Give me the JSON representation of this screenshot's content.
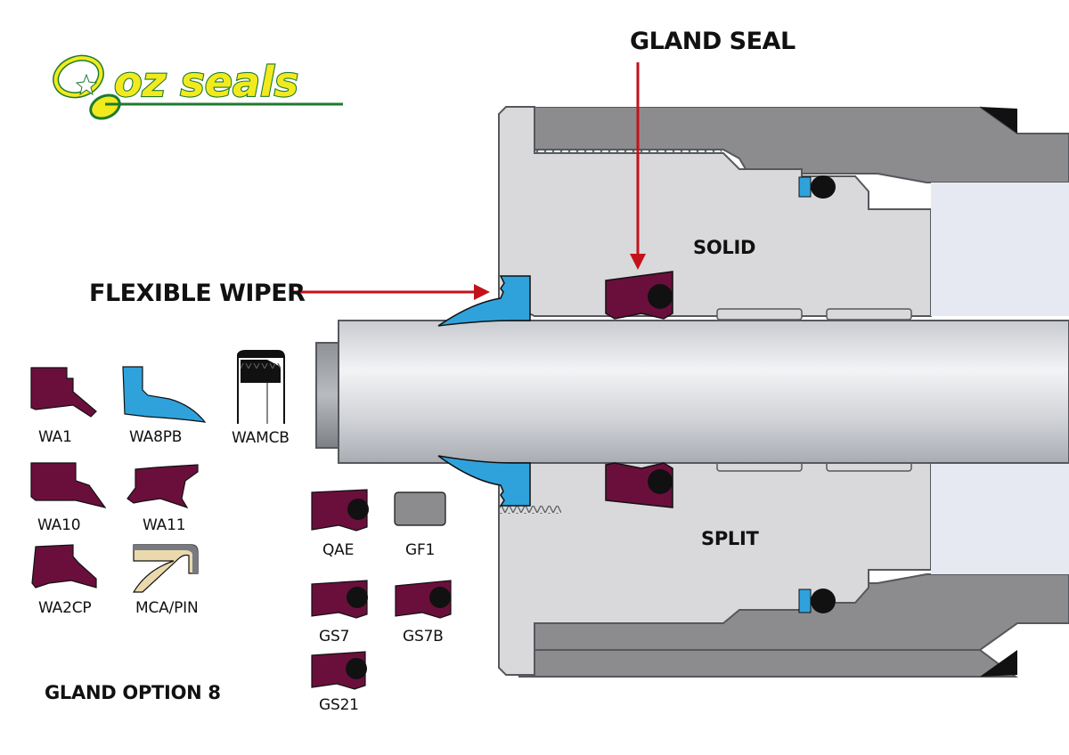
{
  "logo": {
    "text": "oz seals"
  },
  "callouts": {
    "gland_seal": "GLAND SEAL",
    "flexible_wiper": "FLEXIBLE WIPER",
    "solid": "SOLID",
    "split": "SPLIT"
  },
  "title": "GLAND OPTION 8",
  "parts": {
    "wa1": "WA1",
    "wa8pb": "WA8PB",
    "wamcb": "WAMCB",
    "wa10": "WA10",
    "wa11": "WA11",
    "wa2cp": "WA2CP",
    "mca_pin": "MCA/PIN",
    "qae": "QAE",
    "gf1": "GF1",
    "gs7": "GS7",
    "gs7b": "GS7B",
    "gs21": "GS21"
  },
  "colors": {
    "seal": "#6a0f3c",
    "wiper": "#2fa2dc",
    "gland": "#d9d9db",
    "housing": "#8c8c8f",
    "arrow": "#c4121a",
    "logo_yellow": "#f2ea1d",
    "logo_green": "#1e7a2e"
  }
}
